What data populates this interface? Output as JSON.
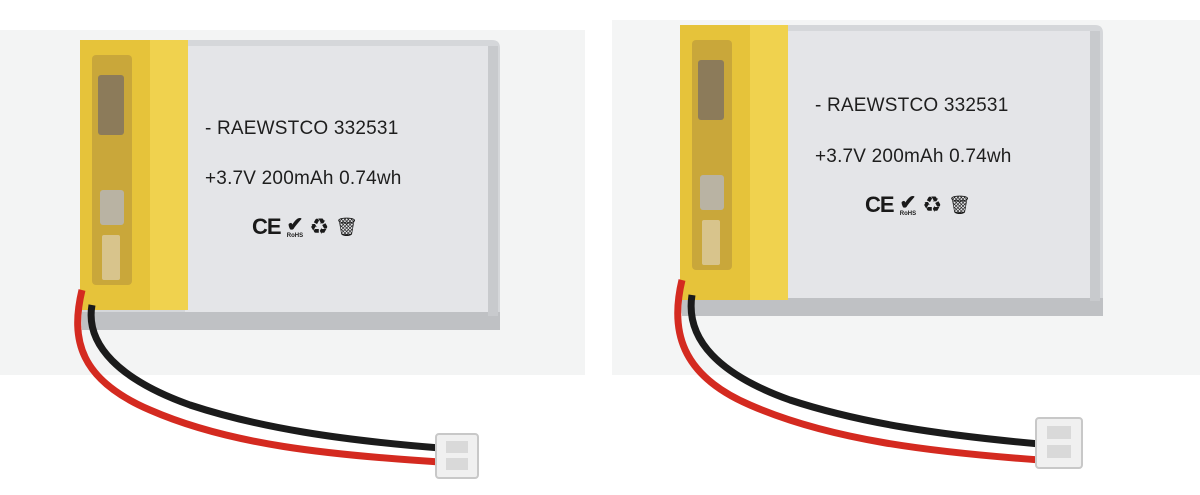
{
  "batteries": [
    {
      "model": "- RAEWSTCO 332531",
      "spec": "+3.7V 200mAh 0.74wh",
      "cert_rohs": "RoHS",
      "icons": [
        "ce-mark-icon",
        "rohs-check-icon",
        "recycle-icon",
        "crossed-bin-icon"
      ]
    },
    {
      "model": "- RAEWSTCO 332531",
      "spec": "+3.7V 200mAh 0.74wh",
      "cert_rohs": "RoHS",
      "icons": [
        "ce-mark-icon",
        "rohs-check-icon",
        "recycle-icon",
        "crossed-bin-icon"
      ]
    }
  ],
  "colors": {
    "pouch": "#dcdde0",
    "tape": "#e9c840",
    "wire_red": "#d42a20",
    "wire_black": "#1b1b1b",
    "connector": "#f2f2f2"
  }
}
